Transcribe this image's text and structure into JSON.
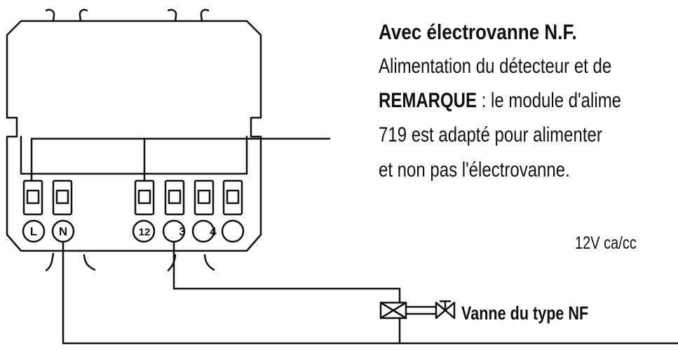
{
  "title": "Avec électrovanne N.F.",
  "description_line1": "Alimentation du détecteur et de",
  "remark_label": "REMARQUE",
  "remark_text": " : le module d'alime",
  "description_line3": "719 est adapté pour alimenter ",
  "description_line4": "et non pas l'électrovanne.",
  "voltage_label": "12V ca/cc",
  "valve_label": "Vanne du type NF",
  "terminals": [
    "L",
    "N",
    "12",
    "3",
    "4",
    ""
  ],
  "colors": {
    "stroke": "#111111",
    "background": "#ffffff"
  }
}
